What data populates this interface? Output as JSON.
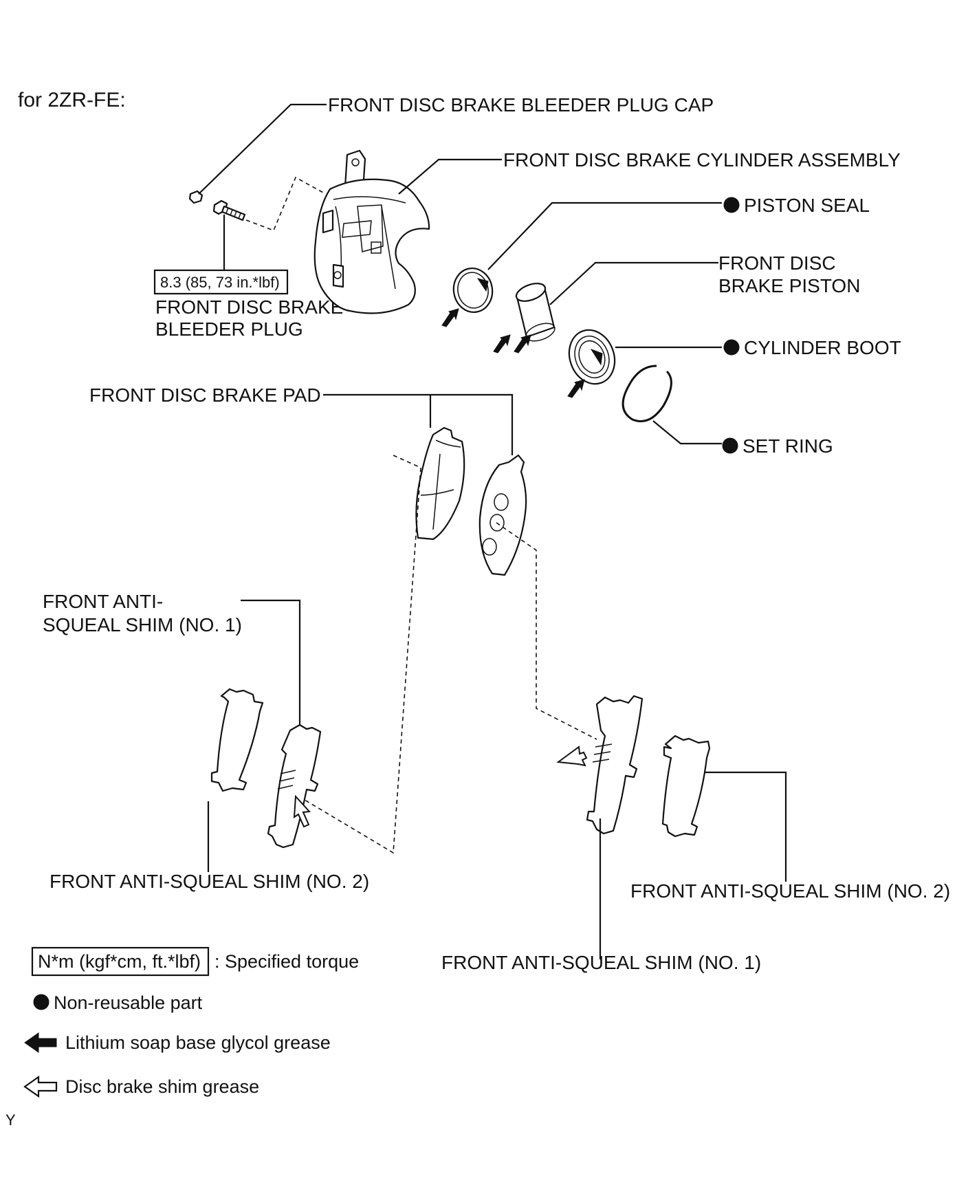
{
  "diagram": {
    "engine_label": "for 2ZR-FE:",
    "labels": {
      "bleeder_plug_cap": "FRONT DISC BRAKE BLEEDER PLUG CAP",
      "cylinder_assembly": "FRONT DISC BRAKE CYLINDER ASSEMBLY",
      "piston_seal": "PISTON SEAL",
      "piston_line1": "FRONT DISC",
      "piston_line2": "BRAKE PISTON",
      "cylinder_boot": "CYLINDER BOOT",
      "set_ring": "SET RING",
      "torque_value": "8.3 (85, 73 in.*lbf)",
      "bleeder_plug_line1": "FRONT DISC BRAKE",
      "bleeder_plug_line2": "BLEEDER PLUG",
      "brake_pad": "FRONT DISC BRAKE PAD",
      "shim_no1_left_line1": "FRONT ANTI-",
      "shim_no1_left_line2": "SQUEAL SHIM (NO. 1)",
      "shim_no2_left": "FRONT ANTI-SQUEAL SHIM (NO. 2)",
      "shim_no2_right": "FRONT ANTI-SQUEAL SHIM (NO. 2)",
      "shim_no1_right": "FRONT ANTI-SQUEAL SHIM (NO. 1)"
    },
    "legend": {
      "torque_unit": "N*m (kgf*cm, ft.*lbf)",
      "torque_desc": ": Specified torque",
      "non_reusable": "Non-reusable part",
      "lithium_grease": "Lithium soap base glycol grease",
      "shim_grease": "Disc brake shim grease"
    },
    "corner_mark": "Y"
  }
}
